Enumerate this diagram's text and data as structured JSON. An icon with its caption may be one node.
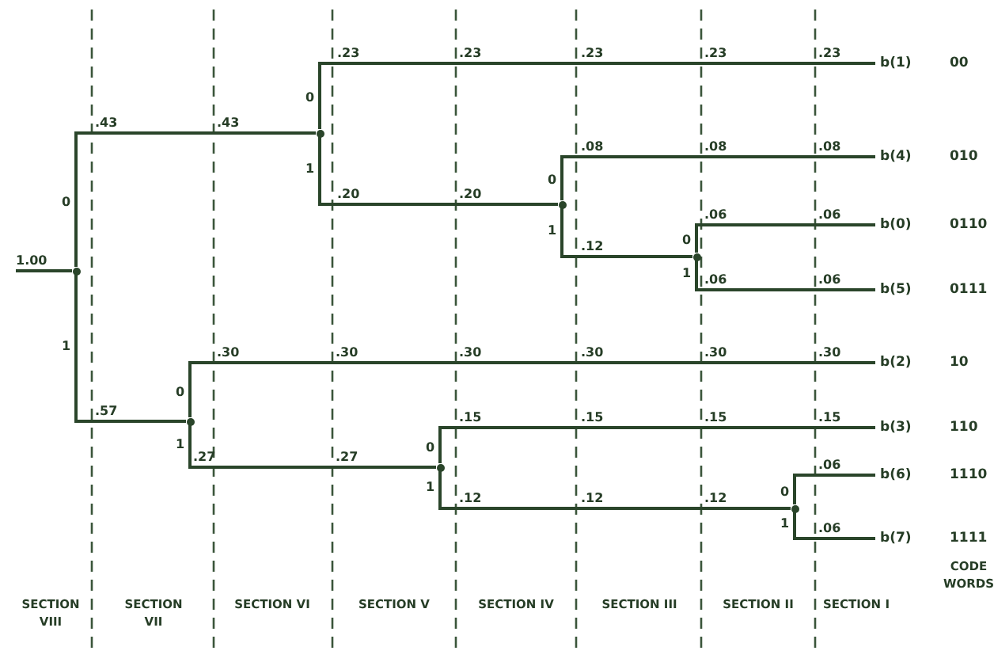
{
  "diagram": {
    "nodes": [
      {
        "text": [],
        "shape": "circle"
      },
      {
        "text": [],
        "shape": "circle"
      },
      {
        "text": [
          "b(1)"
        ],
        "beside": [
          "00"
        ]
      },
      {
        "text": [],
        "shape": "circle"
      },
      {
        "text": [
          "b(4)"
        ],
        "beside": [
          "010"
        ]
      },
      {
        "text": [],
        "shape": "circle"
      },
      {
        "text": [
          "b(0)"
        ],
        "beside": [
          "0110"
        ]
      },
      {
        "text": [
          "b(5)"
        ],
        "beside": [
          "0111"
        ]
      },
      {
        "text": [],
        "shape": "circle"
      },
      {
        "text": [
          "b(2)"
        ],
        "beside": [
          "10"
        ]
      },
      {
        "text": [],
        "shape": "circle"
      },
      {
        "text": [
          "b(3)"
        ],
        "beside": [
          "110"
        ]
      },
      {
        "text": [],
        "shape": "circle"
      },
      {
        "text": [
          "b(6)"
        ],
        "beside": [
          "1110"
        ]
      },
      {
        "text": [
          "b(7)"
        ],
        "beside": [
          "1111"
        ]
      },
      {
        "text": [
          "1.00"
        ]
      }
    ],
    "edges": [
      {
        "from": 15,
        "to": 0,
        "arrow": "none"
      },
      {
        "from": 0,
        "to": 1,
        "arrow": "none",
        "label": "0"
      },
      {
        "from": 1,
        "to": 2,
        "arrow": "none",
        "label": "0"
      },
      {
        "from": 1,
        "to": 3,
        "arrow": "none",
        "label": "1"
      },
      {
        "from": 3,
        "to": 4,
        "arrow": "none",
        "label": "0"
      },
      {
        "from": 3,
        "to": 5,
        "arrow": "none",
        "label": "1"
      },
      {
        "from": 5,
        "to": 6,
        "arrow": "none",
        "label": "0"
      },
      {
        "from": 5,
        "to": 7,
        "arrow": "none",
        "label": "1"
      },
      {
        "from": 0,
        "to": 8,
        "arrow": "none",
        "label": "1"
      },
      {
        "from": 8,
        "to": 9,
        "arrow": "none",
        "label": "0"
      },
      {
        "from": 8,
        "to": 10,
        "arrow": "none",
        "label": "1"
      },
      {
        "from": 10,
        "to": 11,
        "arrow": "none",
        "label": "0"
      },
      {
        "from": 10,
        "to": 12,
        "arrow": "none",
        "label": "1"
      },
      {
        "from": 12,
        "to": 13,
        "arrow": "none",
        "label": "0"
      },
      {
        "from": 12,
        "to": 14,
        "arrow": "none",
        "label": "1"
      }
    ],
    "labels": [
      ".23",
      ".23",
      ".23",
      ".23",
      ".23",
      ".43",
      ".43",
      ".08",
      ".08",
      ".08",
      ".20",
      ".20",
      ".06",
      ".06",
      ".12",
      ".06",
      ".06",
      ".30",
      ".30",
      ".30",
      ".30",
      ".30",
      ".30",
      ".57",
      ".15",
      ".15",
      ".15",
      ".15",
      ".27",
      ".27",
      ".06",
      ".12",
      ".12",
      ".12",
      ".06",
      "CODE WORDS",
      "SECTION VIII",
      "SECTION VII",
      "SECTION VI",
      "SECTION V",
      "SECTION IV",
      "SECTION III",
      "SECTION II",
      "SECTION I"
    ]
  }
}
